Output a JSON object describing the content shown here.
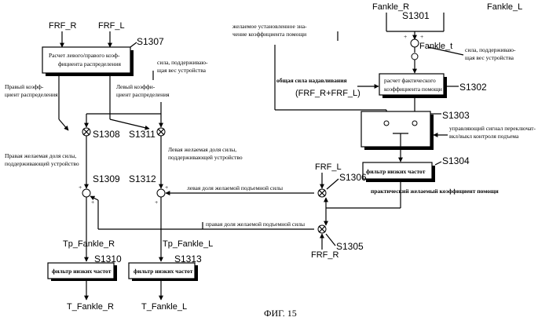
{
  "figure_label": "ФИГ. 15",
  "steps": {
    "s1301": "S1301",
    "s1302": "S1302",
    "s1303": "S1303",
    "s1304": "S1304",
    "s1305": "S1305",
    "s1306": "S1306",
    "s1307": "S1307",
    "s1308": "S1308",
    "s1309": "S1309",
    "s1310": "S1310",
    "s1311": "S1311",
    "s1312": "S1312",
    "s1313": "S1313"
  },
  "signals": {
    "frf_r_top": "FRF_R",
    "frf_l_top": "FRF_L",
    "fankle_r": "Fankle_R",
    "fankle_l_top": "Fankle_L",
    "fankle_t": "Fankle_t",
    "frf_l_mid": "FRF_L",
    "frf_r_bottom": "FRF_R",
    "tp_fankle_r": "Tp_Fankle_R",
    "tp_fankle_l": "Tp_Fankle_L",
    "t_fankle_r": "T_Fankle_R",
    "t_fankle_l": "T_Fankle_L",
    "sum_formula": "(FRF_R+FRF_L)"
  },
  "blocks": {
    "s1307_line1": "Расчет левого/правого коэф-",
    "s1307_line2": "фициента распределения",
    "s1302_line1": "расчет фактического",
    "s1302_line2": "коэффициента помощи",
    "lpf_s1304": "фильтр низких частот",
    "lpf_s1310": "фильтр низких частот",
    "lpf_s1313": "фильтр низких частот"
  },
  "annotations": {
    "desired_assist_1": "желаемое установленное зна-",
    "desired_assist_2": "чение коэффициента помощи",
    "force_support_top_1": "сила, поддерживаю-",
    "force_support_top_2": "щая вес устройства",
    "force_support_right_1": "сила, поддерживаю-",
    "force_support_right_2": "щая вес устройства",
    "total_push_force": "общая сила надавливания",
    "right_coeff_1": "Правый коэфф-",
    "right_coeff_2": "циент распределения",
    "left_coeff_1": "Левый коэффи-",
    "left_coeff_2": "циент распределения",
    "control_signal_1": "управляющий сигнал переключат-",
    "control_signal_2": "вкл/выкл контроля подъема",
    "right_desired_1": "Правая желаемая доля силы,",
    "right_desired_2": "поддерживающей устройство",
    "left_desired_1": "Левая желаемая доля силы,",
    "left_desired_2": "поддерживающей устройство",
    "left_lift_share": "левая доля желаемой подъемной силы",
    "right_lift_share": "правая доля желаемой подъемной силы",
    "practical_assist": "практический желаемый коэффициент помощи"
  },
  "signs": {
    "plus": "+",
    "minus": "−"
  }
}
